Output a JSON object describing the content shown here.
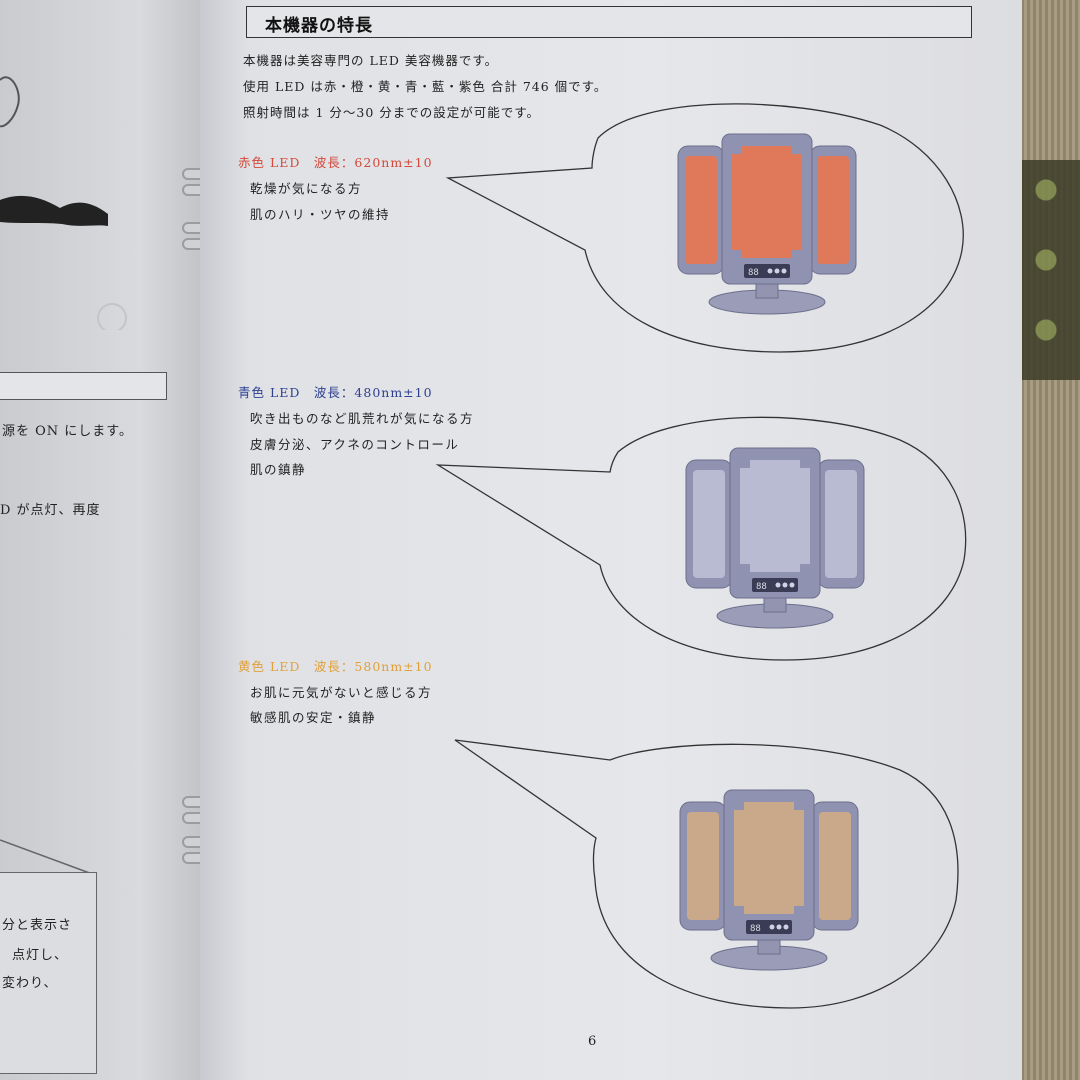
{
  "left_page": {
    "line_power_on": "源を ON にします。",
    "line_led_on": "D が点灯、再度",
    "box_line1": "分と表示さ",
    "box_line2": "点灯し、",
    "box_line3": "変わり、"
  },
  "header": {
    "title": "本機器の特長"
  },
  "intro": [
    "本機器は美容専門の LED 美容機器です。",
    "使用 LED は赤・橙・黄・青・藍・紫色 合計 746 個です。",
    "照射時間は 1 分～30 分までの設定が可能です。"
  ],
  "led_sections": [
    {
      "heading": "赤色 LED　波長：620nm±10",
      "color": "#d44a3a",
      "benefits": [
        "乾燥が気になる方",
        "肌のハリ・ツヤの維持"
      ],
      "panel_color": "#e0795a"
    },
    {
      "heading": "青色 LED　波長：480nm±10",
      "color": "#2d3f8f",
      "benefits": [
        "吹き出ものなど肌荒れが気になる方",
        "皮膚分泌、アクネのコントロール",
        "肌の鎮静"
      ],
      "panel_color": "#b9bbd3"
    },
    {
      "heading": "黄色 LED　波長：580nm±10",
      "color": "#e0a13a",
      "benefits": [
        "お肌に元気がないと感じる方",
        "敏感肌の安定・鎮静"
      ],
      "panel_color": "#c9a98a"
    }
  ],
  "device_display": "88",
  "page_number": "6"
}
